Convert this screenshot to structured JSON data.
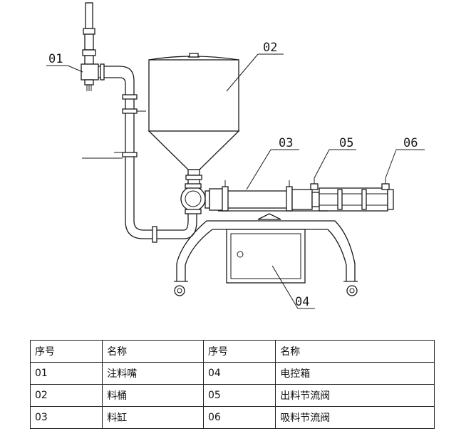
{
  "labels": {
    "nozzle": "01",
    "hopper": "02",
    "cylinder": "03",
    "control_box": "04",
    "outlet_valve": "05",
    "suction_valve": "06"
  },
  "table": {
    "headers": [
      "序号",
      "名称",
      "序号",
      "名称"
    ],
    "rows": [
      [
        "01",
        "注料嘴",
        "04",
        "电控箱"
      ],
      [
        "02",
        "料桶",
        "05",
        "出料节流阀"
      ],
      [
        "03",
        "料缸",
        "06",
        "吸料节流阀"
      ]
    ]
  }
}
